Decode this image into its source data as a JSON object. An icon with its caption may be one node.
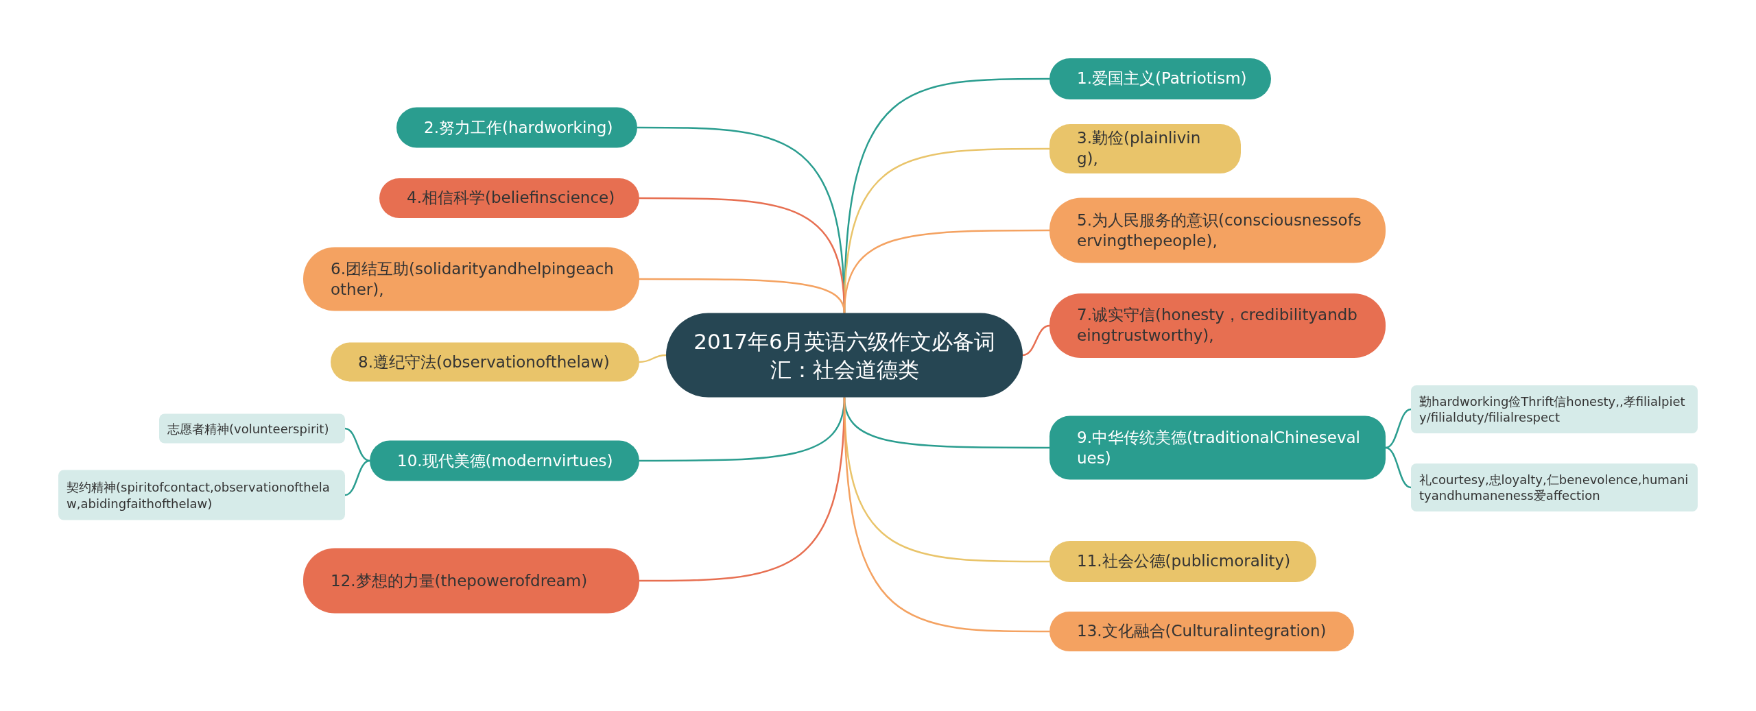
{
  "diagram": {
    "nodes": [
      {
        "text": [
          "2017年6月英语六级作文必备词汇：社会道德类"
        ]
      },
      {
        "text": [
          "1.爱国主义(Patriotism)"
        ]
      },
      {
        "text": [
          "2.努力工作(hardworking)"
        ]
      },
      {
        "text": [
          "3.勤俭(plainliving),"
        ]
      },
      {
        "text": [
          "4.相信科学(beliefinscience)"
        ]
      },
      {
        "text": [
          "5.为人民服务的意识(consciousnessofservingthepeople),"
        ]
      },
      {
        "text": [
          "6.团结互助(solidarityandhelpingeachother),"
        ]
      },
      {
        "text": [
          "7.诚实守信(honesty，credibilityandbeingtrustworthy),"
        ]
      },
      {
        "text": [
          "8.遵纪守法(observationofthelaw)"
        ]
      },
      {
        "text": [
          "9.中华传统美德(traditionalChinesevalues)"
        ]
      },
      {
        "text": [
          "勤hardworking俭Thrift信honesty,,孝filialpiety/filialduty/filialrespect"
        ]
      },
      {
        "text": [
          "礼courtesy,忠loyalty,仁benevolence,humanityandhumaneness爱affection"
        ]
      },
      {
        "text": [
          "10.现代美德(modernvirtues)"
        ]
      },
      {
        "text": [
          "志愿者精神(volunteerspirit)"
        ]
      },
      {
        "text": [
          "契约精神(spiritofcontact,observationofthelaw,abidingfaithofthelaw)"
        ]
      },
      {
        "text": [
          "11.社会公德(publicmorality)"
        ]
      },
      {
        "text": [
          "12.梦想的力量(thepowerofdream)"
        ]
      },
      {
        "text": [
          "13.文化融合(Culturalintegration)"
        ]
      }
    ],
    "edges": [
      {
        "from": 0,
        "to": 1,
        "arrow": "none",
        "color": "#2a9d8f"
      },
      {
        "from": 0,
        "to": 2,
        "arrow": "none",
        "color": "#2a9d8f"
      },
      {
        "from": 0,
        "to": 3,
        "arrow": "none",
        "color": "#e9c46a"
      },
      {
        "from": 0,
        "to": 4,
        "arrow": "none",
        "color": "#e76f51"
      },
      {
        "from": 0,
        "to": 5,
        "arrow": "none",
        "color": "#f4a261"
      },
      {
        "from": 0,
        "to": 6,
        "arrow": "none",
        "color": "#f4a261"
      },
      {
        "from": 0,
        "to": 7,
        "arrow": "none",
        "color": "#e76f51"
      },
      {
        "from": 0,
        "to": 8,
        "arrow": "none",
        "color": "#e9c46a"
      },
      {
        "from": 0,
        "to": 9,
        "arrow": "none",
        "color": "#2a9d8f"
      },
      {
        "from": 9,
        "to": 10,
        "arrow": "none",
        "color": "#2a9d8f"
      },
      {
        "from": 9,
        "to": 11,
        "arrow": "none",
        "color": "#2a9d8f"
      },
      {
        "from": 0,
        "to": 12,
        "arrow": "none",
        "color": "#2a9d8f"
      },
      {
        "from": 12,
        "to": 13,
        "arrow": "none",
        "color": "#2a9d8f"
      },
      {
        "from": 12,
        "to": 14,
        "arrow": "none",
        "color": "#2a9d8f"
      },
      {
        "from": 0,
        "to": 15,
        "arrow": "none",
        "color": "#e9c46a"
      },
      {
        "from": 0,
        "to": 16,
        "arrow": "none",
        "color": "#e76f51"
      },
      {
        "from": 0,
        "to": 17,
        "arrow": "none",
        "color": "#f4a261"
      }
    ]
  }
}
